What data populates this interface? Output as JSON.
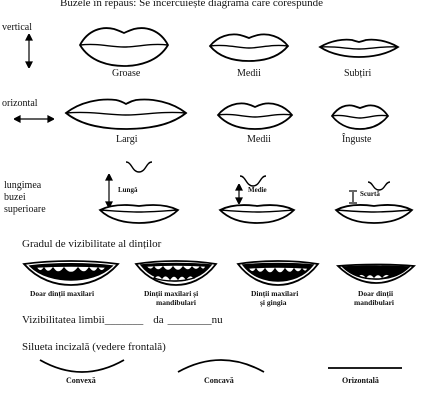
{
  "header": {
    "title": "Buzele în repaus: Se încercuiește diagrama care corespunde"
  },
  "row_vertical": {
    "label": "vertical",
    "items": [
      "Groase",
      "Medii",
      "Subțiri"
    ]
  },
  "row_horizontal": {
    "label": "orizontal",
    "items": [
      "Largi",
      "Medii",
      "Înguste"
    ]
  },
  "row_length": {
    "label_lines": [
      "lungimea",
      "buzei",
      "superioare"
    ],
    "items": [
      "Lungă",
      "Medie",
      "Scurtă"
    ]
  },
  "teeth_section": {
    "title": "Gradul de vizibilitate al dinților",
    "items": [
      [
        "Doar dinții maxilari"
      ],
      [
        "Dinții maxilari și",
        "mandibulari"
      ],
      [
        "Dinții maxilari",
        "și gingia"
      ],
      [
        "Doar dinții",
        "mandibulari"
      ]
    ]
  },
  "tongue": {
    "prefix": "Vizibilitatea limbii",
    "blank1": "_______",
    "da": "da",
    "blank2": "________",
    "nu": "nu"
  },
  "incisal": {
    "title": "Silueta incizală (vedere frontală)",
    "items": [
      "Convexă",
      "Concavă",
      "Orizontală"
    ]
  }
}
